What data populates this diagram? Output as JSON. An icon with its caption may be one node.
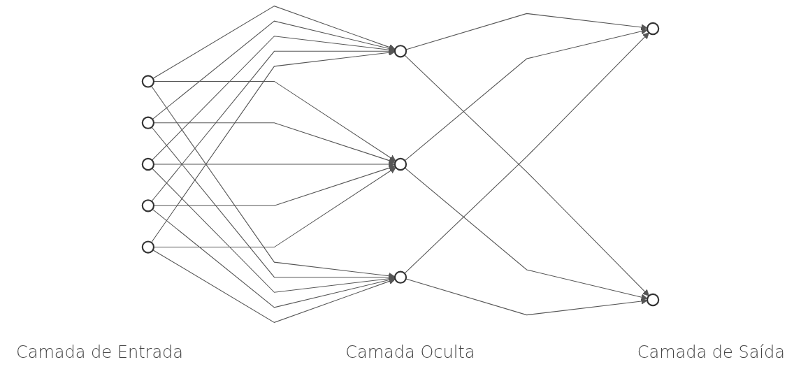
{
  "diagram": {
    "nodes": [
      {
        "text": [],
        "shape": "circle"
      },
      {
        "text": [],
        "shape": "circle"
      },
      {
        "text": [],
        "shape": "circle"
      },
      {
        "text": [],
        "shape": "circle"
      },
      {
        "text": [],
        "shape": "circle"
      },
      {
        "text": [],
        "shape": "circle"
      },
      {
        "text": [],
        "shape": "circle"
      },
      {
        "text": [],
        "shape": "circle"
      },
      {
        "text": [],
        "shape": "circle"
      },
      {
        "text": [],
        "shape": "circle"
      }
    ],
    "edges": [
      {
        "from": 0,
        "to": 5,
        "arrow": "to"
      },
      {
        "from": 0,
        "to": 6,
        "arrow": "to"
      },
      {
        "from": 0,
        "to": 7,
        "arrow": "to"
      },
      {
        "from": 1,
        "to": 5,
        "arrow": "to"
      },
      {
        "from": 1,
        "to": 6,
        "arrow": "to"
      },
      {
        "from": 1,
        "to": 7,
        "arrow": "to"
      },
      {
        "from": 2,
        "to": 5,
        "arrow": "to"
      },
      {
        "from": 2,
        "to": 6,
        "arrow": "to"
      },
      {
        "from": 2,
        "to": 7,
        "arrow": "to"
      },
      {
        "from": 3,
        "to": 5,
        "arrow": "to"
      },
      {
        "from": 3,
        "to": 6,
        "arrow": "to"
      },
      {
        "from": 3,
        "to": 7,
        "arrow": "to"
      },
      {
        "from": 4,
        "to": 5,
        "arrow": "to"
      },
      {
        "from": 4,
        "to": 6,
        "arrow": "to"
      },
      {
        "from": 4,
        "to": 7,
        "arrow": "to"
      },
      {
        "from": 5,
        "to": 8,
        "arrow": "to"
      },
      {
        "from": 5,
        "to": 9,
        "arrow": "to"
      },
      {
        "from": 6,
        "to": 8,
        "arrow": "to"
      },
      {
        "from": 6,
        "to": 9,
        "arrow": "to"
      },
      {
        "from": 7,
        "to": 8,
        "arrow": "to"
      },
      {
        "from": 7,
        "to": 9,
        "arrow": "to"
      }
    ],
    "labels": [
      "Camada de Entrada",
      "Camada Oculta",
      "Camada de Saída"
    ]
  }
}
